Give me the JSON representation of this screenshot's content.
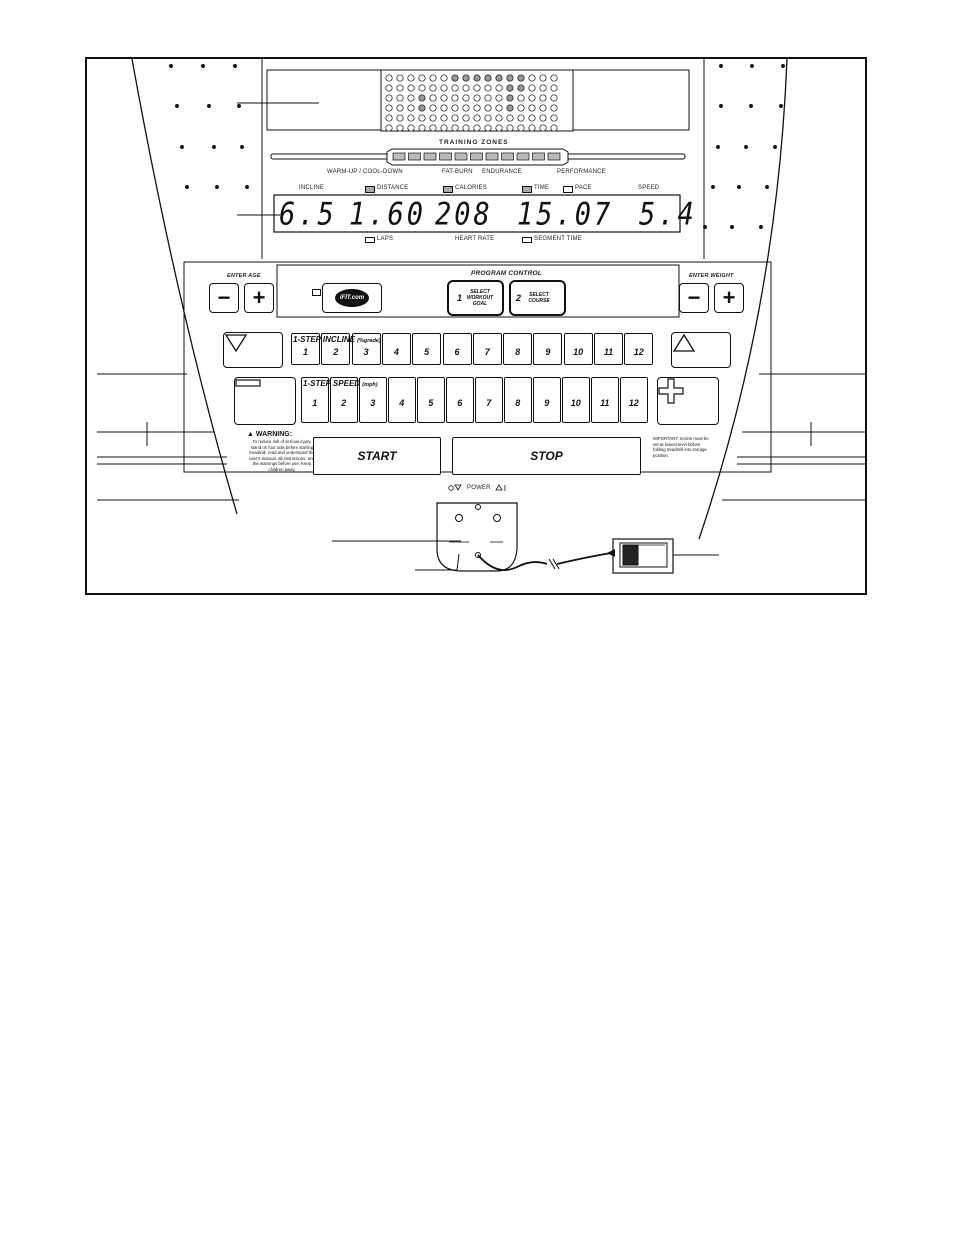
{
  "training_zones": {
    "title": "TRAINING ZONES",
    "zones": [
      "WARM-UP / COOL-DOWN",
      "FAT-BURN",
      "ENDURANCE",
      "PERFORMANCE"
    ]
  },
  "display": {
    "top_labels": [
      "INCLINE",
      "DISTANCE",
      "CALORIES",
      "TIME",
      "PACE",
      "SPEED"
    ],
    "bottom_labels": [
      "LAPS",
      "HEART RATE",
      "SEGMENT TIME"
    ],
    "readouts": [
      "6.5",
      "1.60",
      "208",
      "15.07",
      "5.4"
    ]
  },
  "controls": {
    "enter_age": "ENTER AGE",
    "enter_weight": "ENTER WEIGHT",
    "ifit_logo": "iFIT.com",
    "program_control": "PROGRAM CONTROL",
    "program_1_num": "1",
    "program_1": "SELECT WORKOUT GOAL",
    "program_2_num": "2",
    "program_2": "SELECT COURSE",
    "incline_title": "1-STEP INCLINE",
    "incline_unit": "(%grade)",
    "speed_title": "1-STEP SPEED",
    "speed_unit": "(mph)",
    "keys": [
      "1",
      "2",
      "3",
      "4",
      "5",
      "6",
      "7",
      "8",
      "9",
      "10",
      "11",
      "12"
    ],
    "start": "START",
    "stop": "STOP",
    "minus": "−",
    "plus": "+"
  },
  "warning": {
    "title": "WARNING:",
    "text": "To reduce risk of serious injury, stand on foot rails before starting treadmill, read and understand the user's manual, all instructions, and the warnings before use. Keep children away."
  },
  "important": {
    "text": "IMPORTANT: Incline must be set at lowest level before folding treadmill into storage position."
  },
  "power": {
    "label": "POWER"
  }
}
